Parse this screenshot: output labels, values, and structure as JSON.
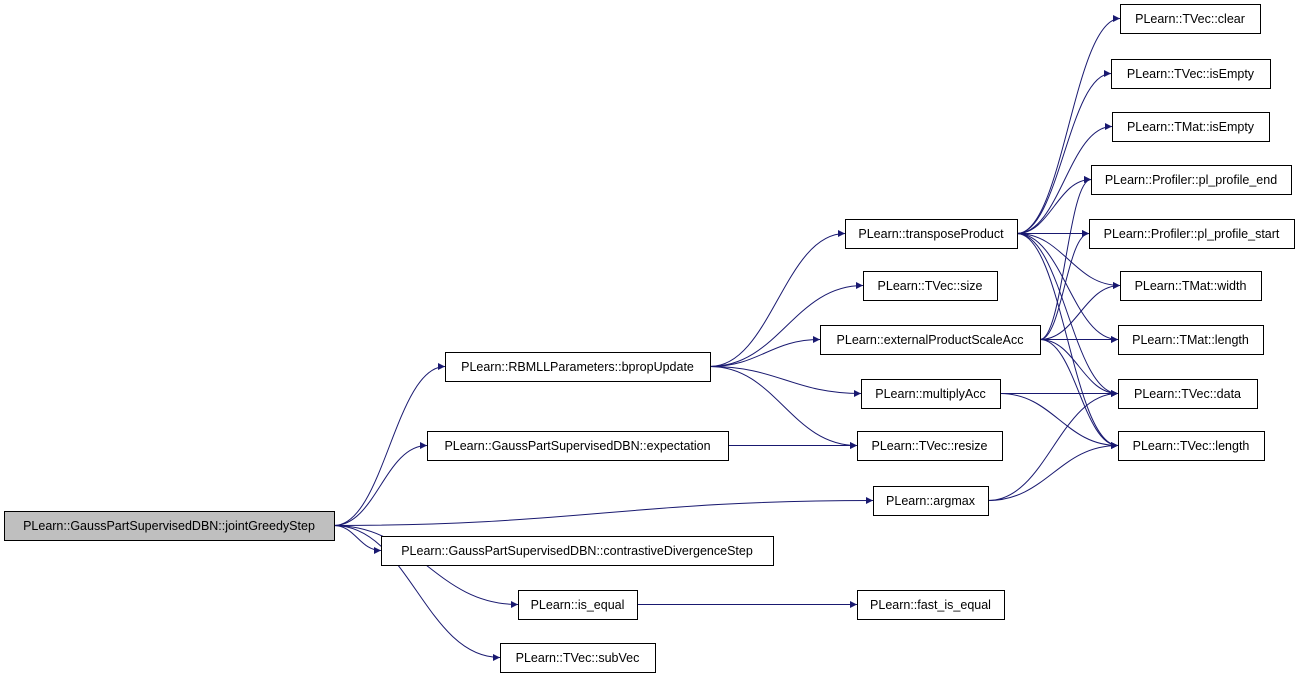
{
  "colors": {
    "edge": "#191970",
    "node_fill": "#ffffff",
    "root_fill": "#bfbfbf",
    "border": "#000000"
  },
  "nodes": [
    {
      "id": "jointGreedyStep",
      "label": "PLearn::GaussPartSupervisedDBN::jointGreedyStep",
      "root": true
    },
    {
      "id": "bpropUpdate",
      "label": "PLearn::RBMLLParameters::bpropUpdate"
    },
    {
      "id": "expectation",
      "label": "PLearn::GaussPartSupervisedDBN::expectation"
    },
    {
      "id": "argmax",
      "label": "PLearn::argmax"
    },
    {
      "id": "contrastiveDivergenceStep",
      "label": "PLearn::GaussPartSupervisedDBN::contrastiveDivergenceStep"
    },
    {
      "id": "is_equal",
      "label": "PLearn::is_equal"
    },
    {
      "id": "subVec",
      "label": "PLearn::TVec::subVec"
    },
    {
      "id": "transposeProduct",
      "label": "PLearn::transposeProduct"
    },
    {
      "id": "tvec_size",
      "label": "PLearn::TVec::size"
    },
    {
      "id": "externalProductScaleAcc",
      "label": "PLearn::externalProductScaleAcc"
    },
    {
      "id": "multiplyAcc",
      "label": "PLearn::multiplyAcc"
    },
    {
      "id": "tvec_resize",
      "label": "PLearn::TVec::resize"
    },
    {
      "id": "fast_is_equal",
      "label": "PLearn::fast_is_equal"
    },
    {
      "id": "tvec_clear",
      "label": "PLearn::TVec::clear"
    },
    {
      "id": "tvec_isEmpty",
      "label": "PLearn::TVec::isEmpty"
    },
    {
      "id": "tmat_isEmpty",
      "label": "PLearn::TMat::isEmpty"
    },
    {
      "id": "pl_profile_end",
      "label": "PLearn::Profiler::pl_profile_end"
    },
    {
      "id": "pl_profile_start",
      "label": "PLearn::Profiler::pl_profile_start"
    },
    {
      "id": "tmat_width",
      "label": "PLearn::TMat::width"
    },
    {
      "id": "tmat_length",
      "label": "PLearn::TMat::length"
    },
    {
      "id": "tvec_data",
      "label": "PLearn::TVec::data"
    },
    {
      "id": "tvec_length",
      "label": "PLearn::TVec::length"
    }
  ],
  "edges": [
    [
      "jointGreedyStep",
      "bpropUpdate"
    ],
    [
      "jointGreedyStep",
      "expectation"
    ],
    [
      "jointGreedyStep",
      "argmax"
    ],
    [
      "jointGreedyStep",
      "contrastiveDivergenceStep"
    ],
    [
      "jointGreedyStep",
      "is_equal"
    ],
    [
      "jointGreedyStep",
      "subVec"
    ],
    [
      "bpropUpdate",
      "transposeProduct"
    ],
    [
      "bpropUpdate",
      "tvec_size"
    ],
    [
      "bpropUpdate",
      "externalProductScaleAcc"
    ],
    [
      "bpropUpdate",
      "multiplyAcc"
    ],
    [
      "bpropUpdate",
      "tvec_resize"
    ],
    [
      "expectation",
      "tvec_resize"
    ],
    [
      "argmax",
      "tvec_data"
    ],
    [
      "argmax",
      "tvec_length"
    ],
    [
      "is_equal",
      "fast_is_equal"
    ],
    [
      "transposeProduct",
      "tvec_clear"
    ],
    [
      "transposeProduct",
      "tvec_isEmpty"
    ],
    [
      "transposeProduct",
      "tmat_isEmpty"
    ],
    [
      "transposeProduct",
      "pl_profile_end"
    ],
    [
      "transposeProduct",
      "pl_profile_start"
    ],
    [
      "transposeProduct",
      "tmat_width"
    ],
    [
      "transposeProduct",
      "tmat_length"
    ],
    [
      "transposeProduct",
      "tvec_data"
    ],
    [
      "transposeProduct",
      "tvec_length"
    ],
    [
      "externalProductScaleAcc",
      "pl_profile_end"
    ],
    [
      "externalProductScaleAcc",
      "pl_profile_start"
    ],
    [
      "externalProductScaleAcc",
      "tmat_width"
    ],
    [
      "externalProductScaleAcc",
      "tmat_length"
    ],
    [
      "externalProductScaleAcc",
      "tvec_data"
    ],
    [
      "externalProductScaleAcc",
      "tvec_length"
    ],
    [
      "multiplyAcc",
      "tvec_data"
    ],
    [
      "multiplyAcc",
      "tvec_length"
    ]
  ]
}
